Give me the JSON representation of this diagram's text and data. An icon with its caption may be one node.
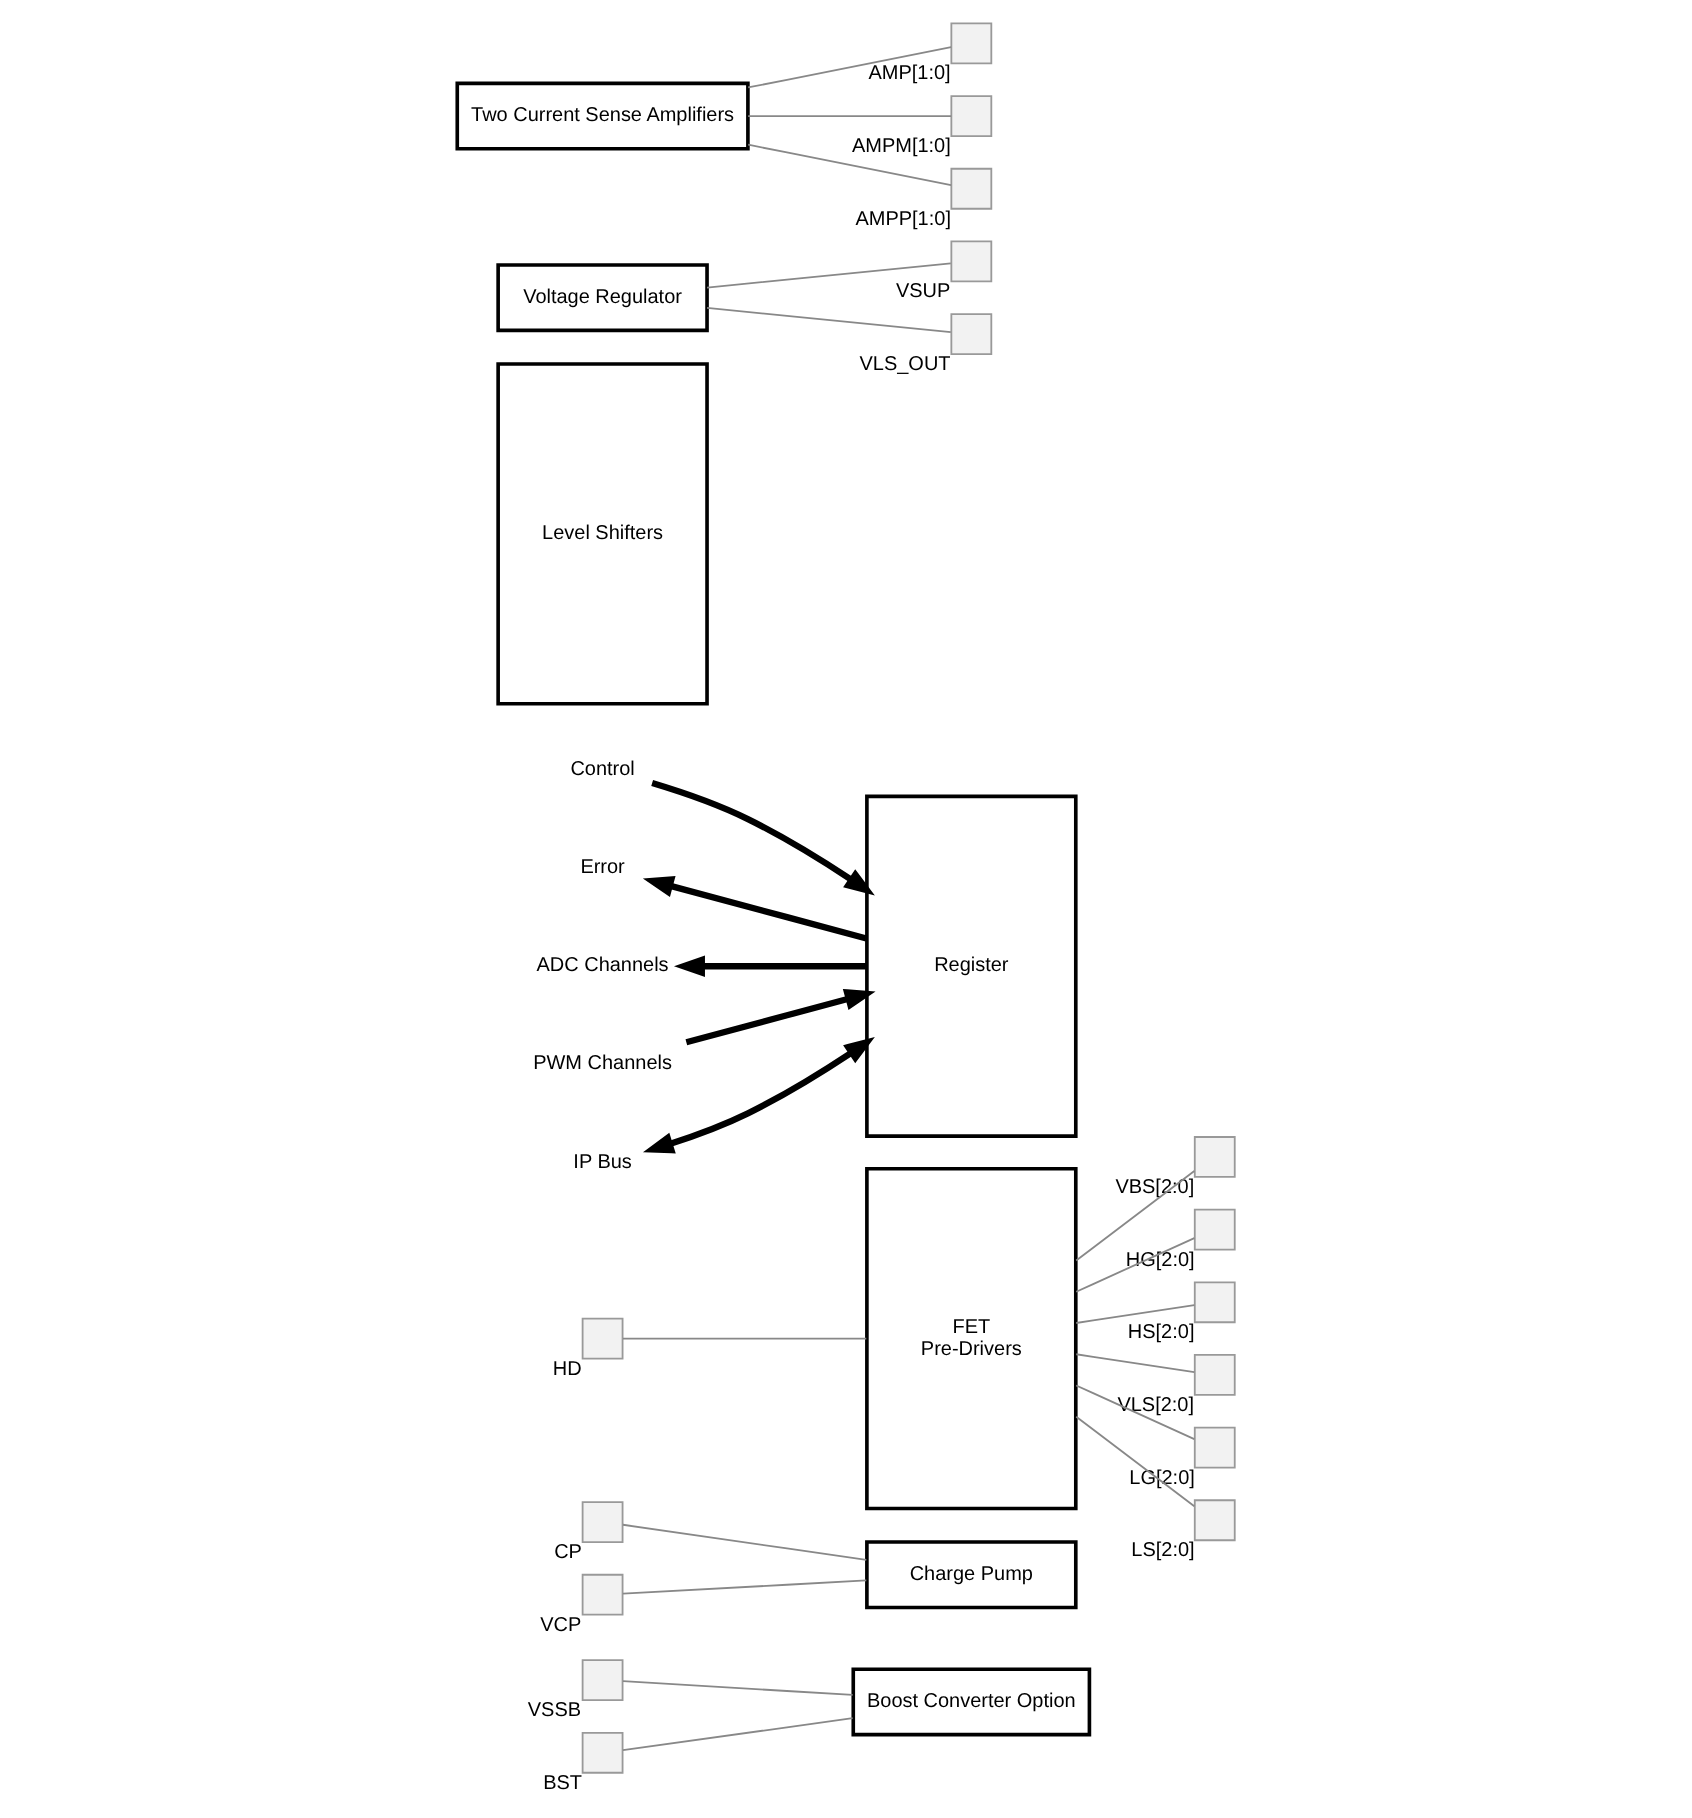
{
  "diagram": {
    "nodes": [
      {
        "text": [],
        "shape": "box",
        "beside": [
          "VSSB"
        ]
      },
      {
        "text": [],
        "shape": "box",
        "beside": [
          "BST"
        ]
      },
      {
        "text": [],
        "shape": "box",
        "beside": [
          "CP"
        ]
      },
      {
        "text": [],
        "shape": "box",
        "beside": [
          "VCP"
        ]
      },
      {
        "text": [
          "Boost Converter Option"
        ]
      },
      {
        "text": [
          "Charge Pump"
        ]
      },
      {
        "text": [],
        "shape": "box",
        "beside": [
          "HD"
        ]
      },
      {
        "text": [
          "Control"
        ]
      },
      {
        "text": [
          "Error"
        ]
      },
      {
        "text": [
          "ADC Channels"
        ]
      },
      {
        "text": [
          "PWM Channels"
        ]
      },
      {
        "text": [
          "IP Bus"
        ]
      },
      {
        "text": [
          "Register"
        ]
      },
      {
        "text": [
          "Level Shifters"
        ]
      },
      {
        "text": [
          "FET",
          "Pre-Drivers"
        ]
      },
      {
        "text": [],
        "shape": "box",
        "beside": [
          "VBS[2:0]"
        ]
      },
      {
        "text": [],
        "shape": "box",
        "beside": [
          "HG[2:0]"
        ]
      },
      {
        "text": [],
        "shape": "box",
        "beside": [
          "HS[2:0]"
        ]
      },
      {
        "text": [],
        "shape": "box",
        "beside": [
          "VLS[2:0]"
        ]
      },
      {
        "text": [],
        "shape": "box",
        "beside": [
          "LG[2:0]"
        ]
      },
      {
        "text": [],
        "shape": "box",
        "beside": [
          "LS[2:0]"
        ]
      },
      {
        "text": [
          "Voltage Regulator"
        ]
      },
      {
        "text": [
          "Two Current Sense Amplifiers"
        ]
      },
      {
        "text": [],
        "shape": "box",
        "beside": [
          "VSUP"
        ]
      },
      {
        "text": [],
        "shape": "box",
        "beside": [
          "VLS_OUT"
        ]
      },
      {
        "text": [],
        "shape": "box",
        "beside": [
          "AMP[1:0]"
        ]
      },
      {
        "text": [],
        "shape": "box",
        "beside": [
          "AMPM[1:0]"
        ]
      },
      {
        "text": [],
        "shape": "box",
        "beside": [
          "AMPP[1:0]"
        ]
      }
    ],
    "edges": [
      {
        "from": 0,
        "to": 4,
        "arrow": "none"
      },
      {
        "from": 1,
        "to": 4,
        "arrow": "none"
      },
      {
        "from": 2,
        "to": 5,
        "arrow": "none"
      },
      {
        "from": 3,
        "to": 5,
        "arrow": "none"
      },
      {
        "from": 6,
        "to": 14,
        "arrow": "none"
      },
      {
        "from": 7,
        "to": 12,
        "arrow": "to",
        "style": "thick",
        "color": "#000000"
      },
      {
        "from": 12,
        "to": 8,
        "arrow": "to",
        "style": "thick",
        "color": "#000000"
      },
      {
        "from": 12,
        "to": 9,
        "arrow": "to",
        "style": "thick",
        "color": "#000000"
      },
      {
        "from": 10,
        "to": 12,
        "arrow": "to",
        "style": "thick",
        "color": "#000000"
      },
      {
        "from": 11,
        "to": 12,
        "arrow": "both",
        "style": "thick",
        "color": "#000000"
      },
      {
        "from": 14,
        "to": 15,
        "arrow": "none"
      },
      {
        "from": 14,
        "to": 16,
        "arrow": "none"
      },
      {
        "from": 14,
        "to": 17,
        "arrow": "none"
      },
      {
        "from": 14,
        "to": 18,
        "arrow": "none"
      },
      {
        "from": 14,
        "to": 19,
        "arrow": "none"
      },
      {
        "from": 14,
        "to": 20,
        "arrow": "none"
      },
      {
        "from": 21,
        "to": 23,
        "arrow": "none"
      },
      {
        "from": 21,
        "to": 24,
        "arrow": "none"
      },
      {
        "from": 22,
        "to": 25,
        "arrow": "none"
      },
      {
        "from": 22,
        "to": 26,
        "arrow": "none"
      },
      {
        "from": 22,
        "to": 27,
        "arrow": "none"
      }
    ]
  }
}
